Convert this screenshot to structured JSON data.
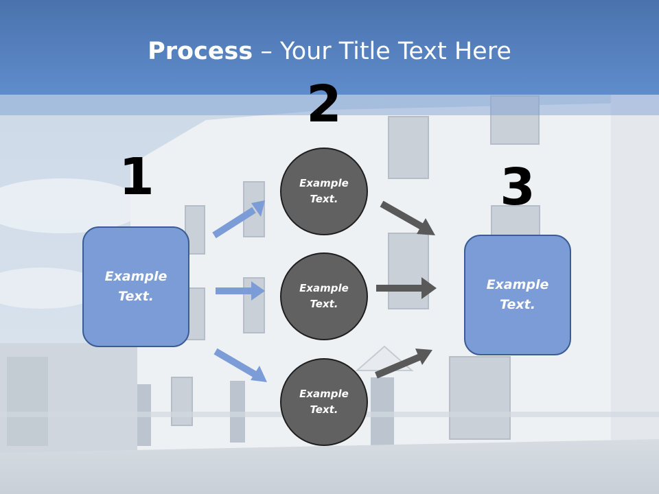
{
  "slide": {
    "title_bold": "Process",
    "title_rest": " – Your Title Text Here"
  },
  "steps": {
    "one": {
      "number": "1",
      "text": "Example Text."
    },
    "two": {
      "number": "2"
    },
    "three": {
      "number": "3",
      "text": "Example Text."
    }
  },
  "circles": [
    {
      "text": "Example Text."
    },
    {
      "text": "Example Text."
    },
    {
      "text": "Example Text."
    }
  ],
  "colors": {
    "header": "#5b86c5",
    "box_fill": "#7b9cd6",
    "circle_fill": "#616161",
    "blue_arrow": "#7b9cd6",
    "gray_arrow": "#595959"
  }
}
